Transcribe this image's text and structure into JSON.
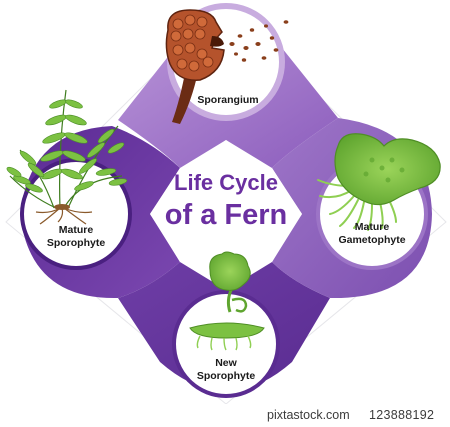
{
  "title": {
    "line1": "Life Cycle",
    "line2": "of a Fern"
  },
  "stages": {
    "top": {
      "label": "Sporangium"
    },
    "right": {
      "line1": "Mature",
      "line2": "Gametophyte"
    },
    "bottom": {
      "line1": "New",
      "line2": "Sporophyte"
    },
    "left": {
      "line1": "Mature",
      "line2": "Sporophyte"
    }
  },
  "footer": {
    "site": "pixtastock.com",
    "code": "123888192"
  },
  "colors": {
    "purple_dark": "#5a2c91",
    "purple_mid": "#7d4eb0",
    "purple_light": "#a67fcd",
    "purple_pale": "#c8acdf",
    "title_purple": "#6a2fa0",
    "leaf_green": "#7cc142",
    "sporangium_brown": "#a0522d"
  }
}
